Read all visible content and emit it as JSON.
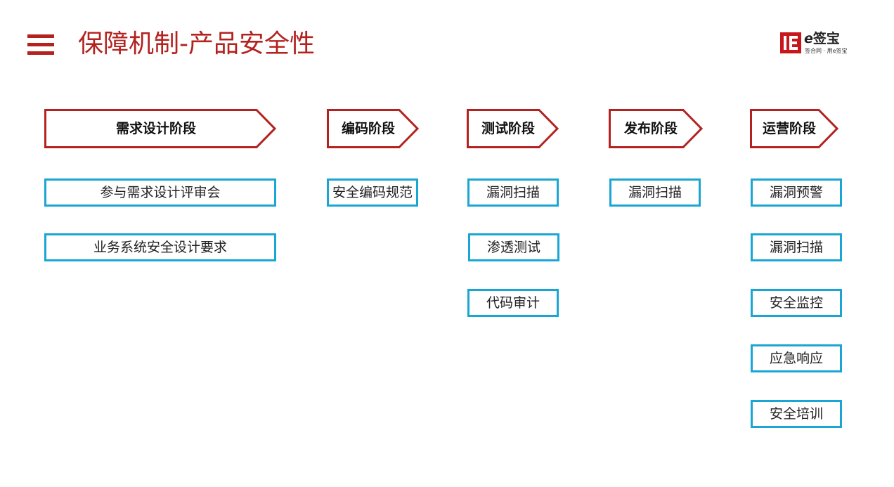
{
  "header": {
    "title": "保障机制-产品安全性",
    "menu_icon": "hamburger-menu-icon",
    "accent_color": "#b3221f"
  },
  "logo": {
    "mark_icon": "esign-logo-mark-icon",
    "name_e": "e",
    "name_rest": "签宝",
    "slogan": "签合同 · 用e签宝",
    "brand_color": "#c8161d"
  },
  "stages": [
    {
      "label": "需求设计阶段",
      "items": [
        "参与需求设计评审会",
        "业务系统安全设计要求"
      ]
    },
    {
      "label": "编码阶段",
      "items": [
        "安全编码规范"
      ]
    },
    {
      "label": "测试阶段",
      "items": [
        "漏洞扫描",
        "渗透测试",
        "代码审计"
      ]
    },
    {
      "label": "发布阶段",
      "items": [
        "漏洞扫描"
      ]
    },
    {
      "label": "运营阶段",
      "items": [
        "漏洞预警",
        "漏洞扫描",
        "安全监控",
        "应急响应",
        "安全培训"
      ]
    }
  ],
  "colors": {
    "arrow_border": "#b3221f",
    "item_border": "#1aa6d4"
  }
}
